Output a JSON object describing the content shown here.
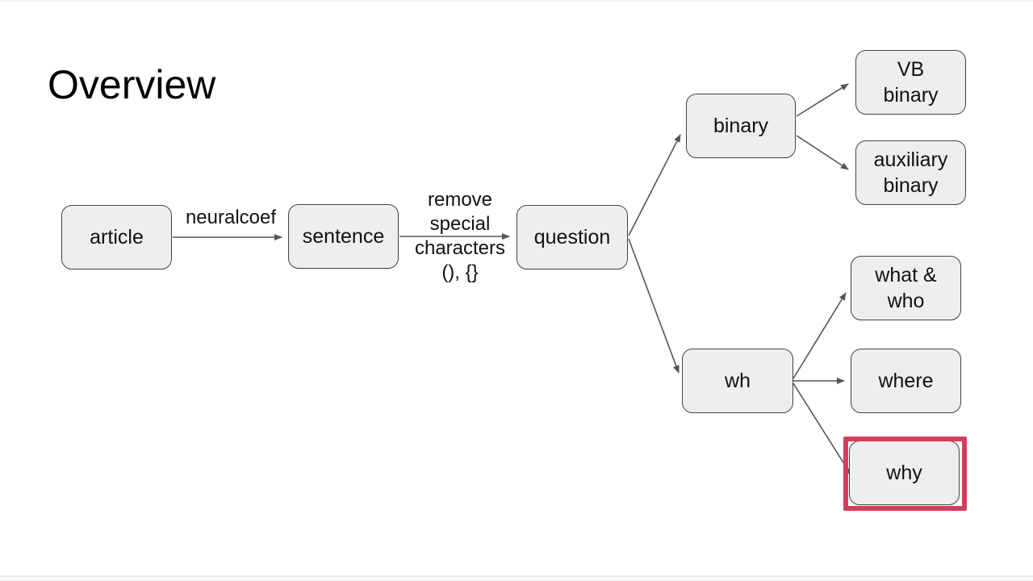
{
  "slide": {
    "title": "Overview"
  },
  "diagram": {
    "nodes": {
      "article": {
        "label": "article"
      },
      "sentence": {
        "label": "sentence"
      },
      "question": {
        "label": "question"
      },
      "binary": {
        "label": "binary"
      },
      "vb_binary": {
        "label": "VB\nbinary"
      },
      "auxiliary_binary": {
        "label": "auxiliary\nbinary"
      },
      "what_who": {
        "label": "what &\nwho"
      },
      "wh": {
        "label": "wh"
      },
      "where": {
        "label": "where"
      },
      "why": {
        "label": "why"
      }
    },
    "edge_labels": {
      "article_sentence": "neuralcoef",
      "sentence_question": "remove\nspecial\ncharacters\n(), {}"
    },
    "edges": [
      {
        "from": "article",
        "to": "sentence",
        "label": "neuralcoef"
      },
      {
        "from": "sentence",
        "to": "question",
        "label": "remove special characters (), {}"
      },
      {
        "from": "question",
        "to": "binary",
        "label": ""
      },
      {
        "from": "question",
        "to": "wh",
        "label": ""
      },
      {
        "from": "binary",
        "to": "vb_binary",
        "label": ""
      },
      {
        "from": "binary",
        "to": "auxiliary_binary",
        "label": ""
      },
      {
        "from": "wh",
        "to": "what_who",
        "label": ""
      },
      {
        "from": "wh",
        "to": "where",
        "label": ""
      },
      {
        "from": "wh",
        "to": "why",
        "label": ""
      }
    ],
    "highlighted_node": "why",
    "colors": {
      "node_fill": "#edeef0",
      "node_border": "#434343",
      "arrow": "#555555",
      "highlight": "#d43e5c"
    }
  }
}
